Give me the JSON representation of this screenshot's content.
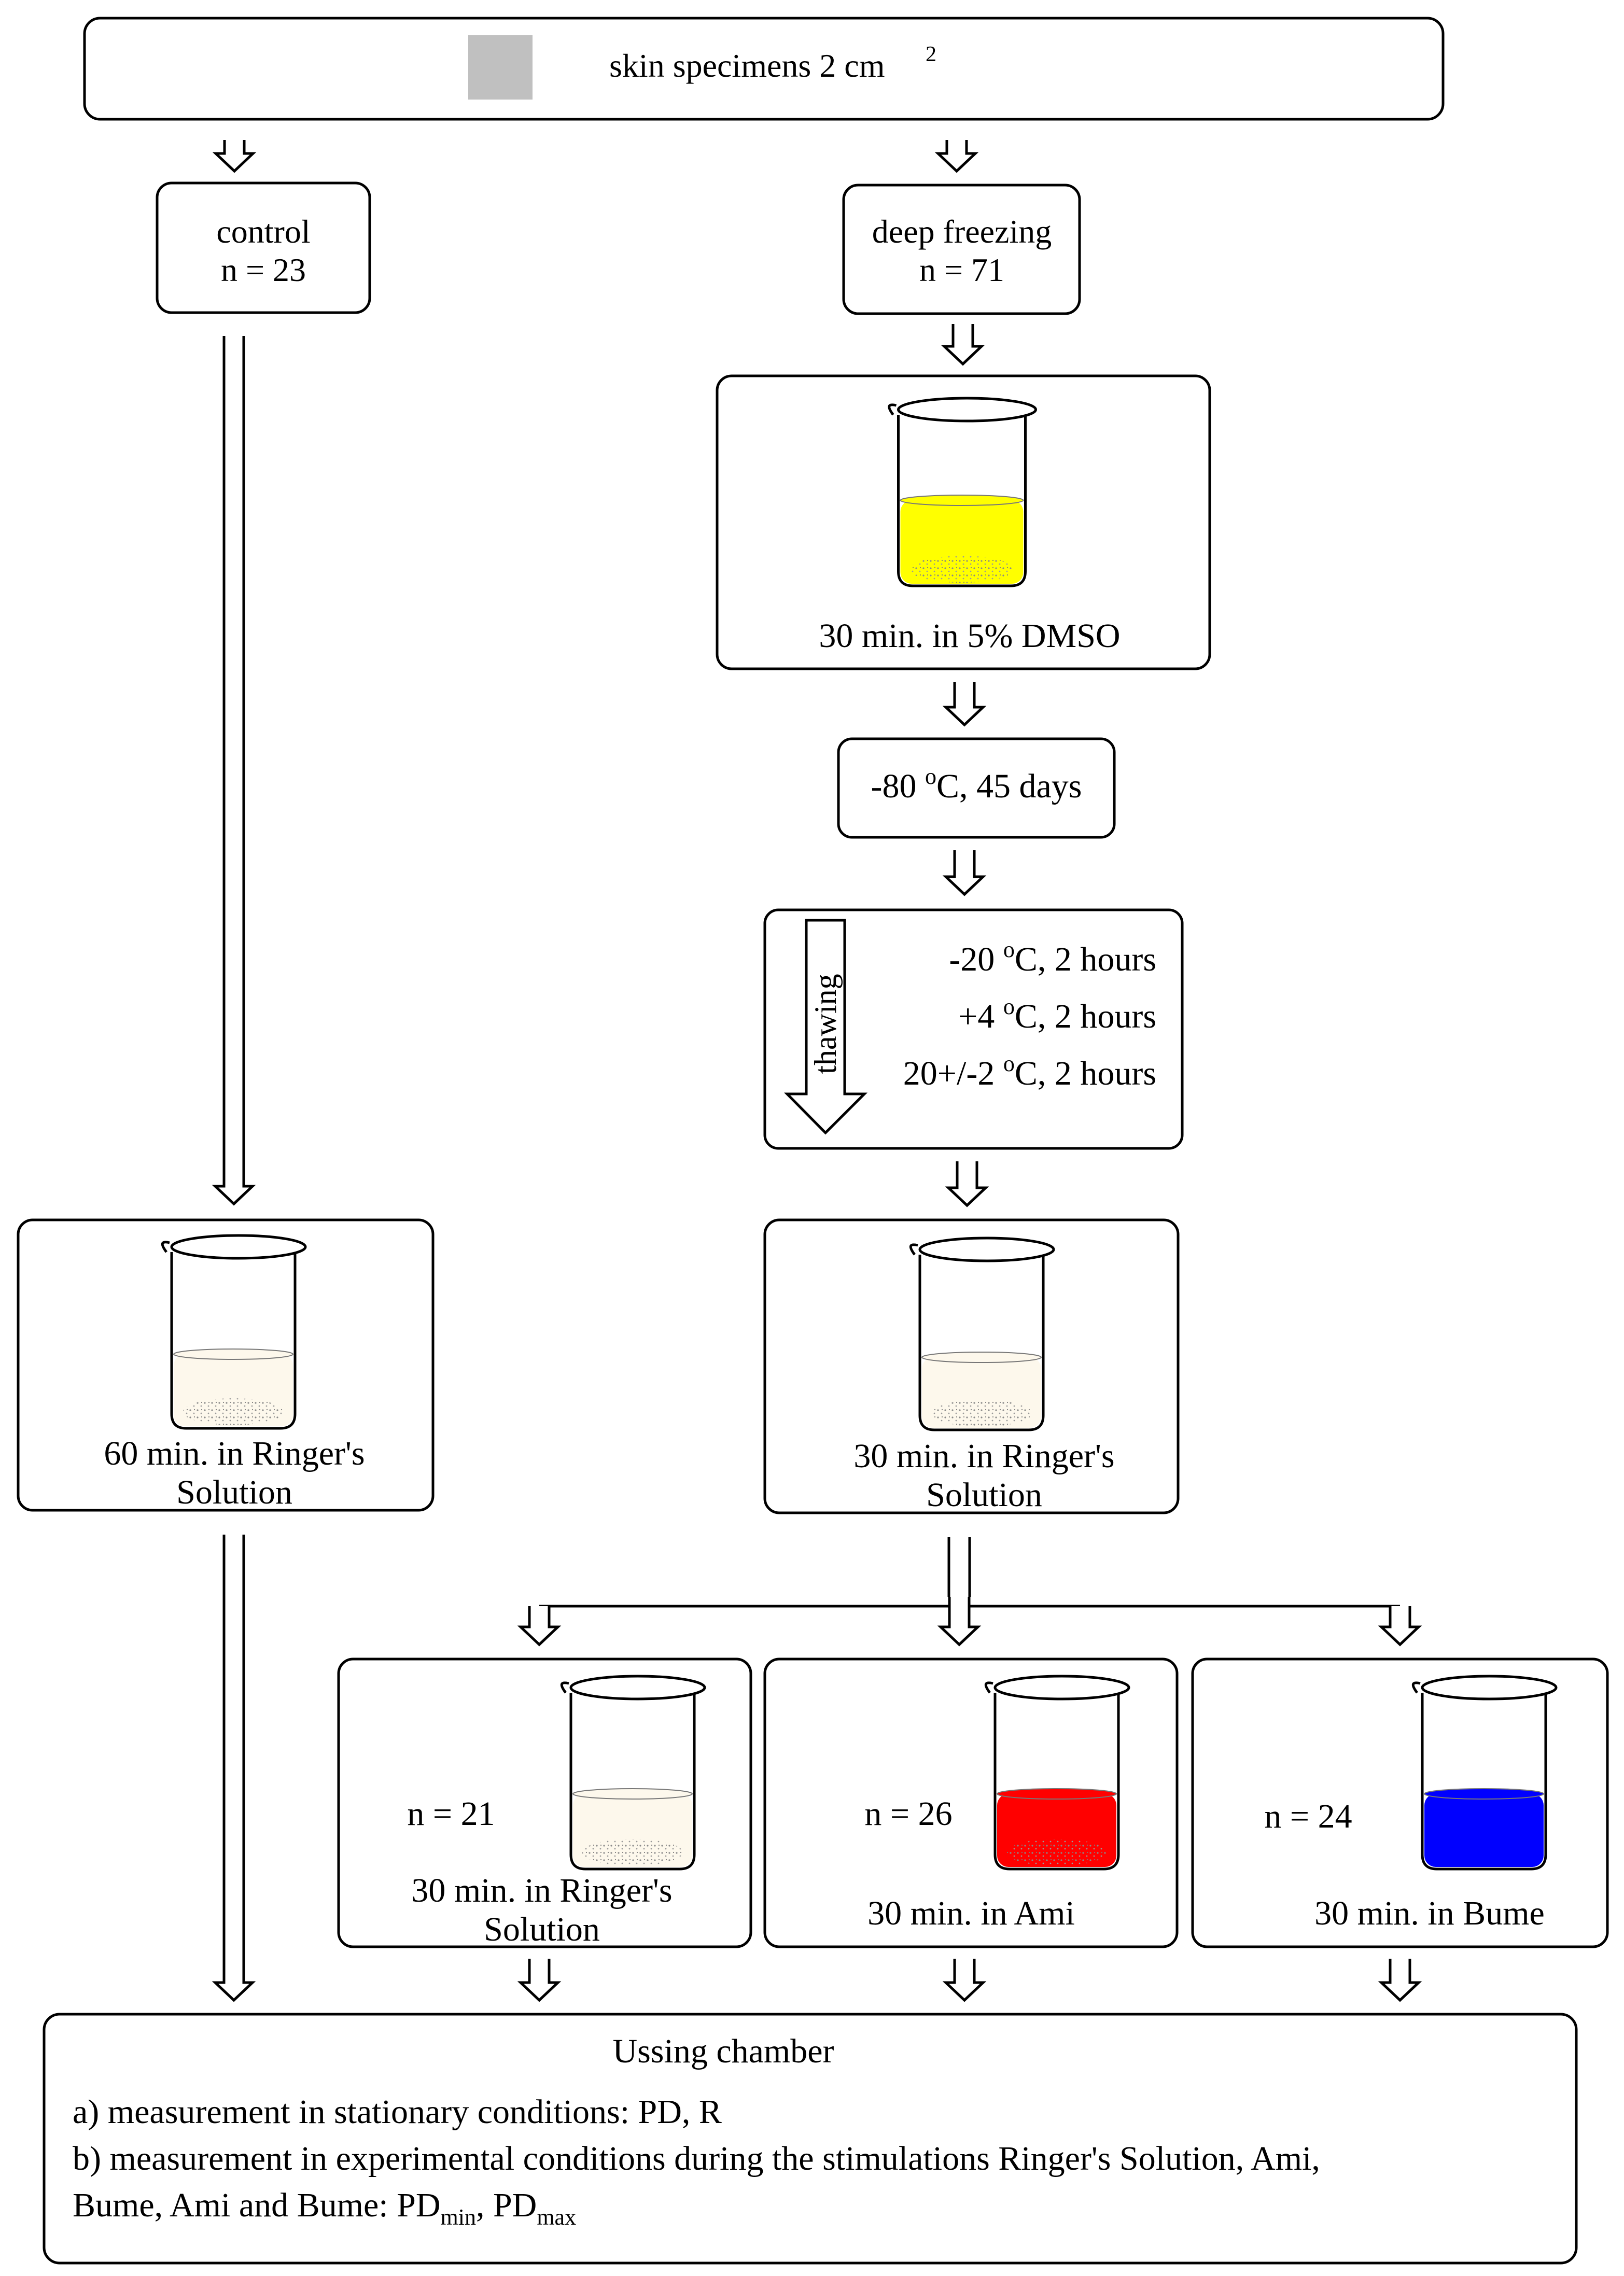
{
  "header": {
    "text": "skin specimens 2 cm",
    "superscript": "2",
    "swatch_color": "#c0c0c0"
  },
  "control": {
    "title": "control",
    "n": "n = 23"
  },
  "freezing": {
    "title": "deep freezing",
    "n": "n = 71"
  },
  "dmso": {
    "label": "30 min. in 5% DMSO",
    "liquid_color": "#ffff00"
  },
  "storage": {
    "temp": "-80 ",
    "deg": "o",
    "rest": "C, 45 days"
  },
  "thawing": {
    "arrow_label": "thawing",
    "steps": [
      {
        "pre": "-20 ",
        "deg": "o",
        "post": "C, 2 hours"
      },
      {
        "pre": "+4 ",
        "deg": "o",
        "post": "C, 2 hours"
      },
      {
        "pre": "20+/-2 ",
        "deg": "o",
        "post": "C, 2 hours"
      }
    ]
  },
  "ringer_control": {
    "line1": "60 min. in Ringer's",
    "line2": "Solution",
    "liquid_color": "#fdf8ec"
  },
  "ringer_frozen": {
    "line1": "30 min. in Ringer's",
    "line2": "Solution",
    "liquid_color": "#fdf8ec"
  },
  "groups": [
    {
      "n": "n = 21",
      "line1": "30 min. in Ringer's",
      "line2": "Solution",
      "liquid_color": "#fdf8ec"
    },
    {
      "n": "n = 26",
      "line1": "30 min. in Ami",
      "line2": "",
      "liquid_color": "#ff0000"
    },
    {
      "n": "n = 24",
      "line1": "30 min. in Bume",
      "line2": "",
      "liquid_color": "#0000ff"
    }
  ],
  "chamber": {
    "title": "Ussing chamber",
    "line_a": "a) measurement in stationary conditions: PD, R",
    "line_b1": "b) measurement in experimental conditions during the  stimulations Ringer's Solution, Ami,",
    "line_b2_prefix": "Bume, Ami and Bume: PD",
    "sub_min": "min",
    "sep": ", PD",
    "sub_max": "max"
  }
}
